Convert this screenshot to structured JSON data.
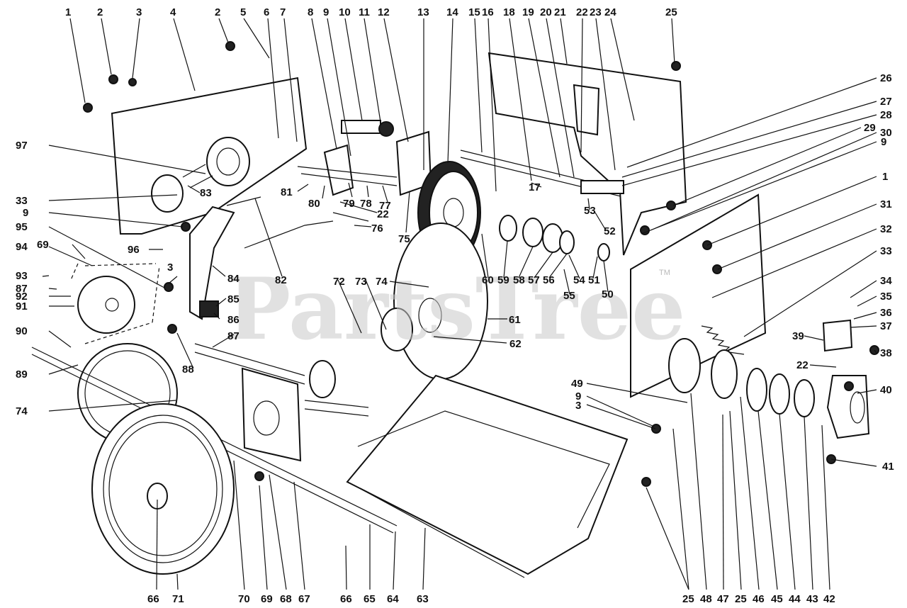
{
  "watermark": {
    "text": "PartsTree",
    "trademark": "TM"
  },
  "callouts": [
    {
      "id": "c1",
      "text": "1"
    },
    {
      "id": "c2",
      "text": "2"
    },
    {
      "id": "c3",
      "text": "3"
    },
    {
      "id": "c4",
      "text": "4"
    },
    {
      "id": "c5",
      "text": "2"
    },
    {
      "id": "c6",
      "text": "5"
    },
    {
      "id": "c7",
      "text": "6"
    },
    {
      "id": "c8",
      "text": "7"
    },
    {
      "id": "c9",
      "text": "8"
    },
    {
      "id": "c10",
      "text": "9"
    },
    {
      "id": "c11",
      "text": "10"
    },
    {
      "id": "c12",
      "text": "11"
    },
    {
      "id": "c13",
      "text": "12"
    },
    {
      "id": "c14",
      "text": "13"
    },
    {
      "id": "c15",
      "text": "14"
    },
    {
      "id": "c16",
      "text": "15"
    },
    {
      "id": "c17",
      "text": "16"
    },
    {
      "id": "c18",
      "text": "18"
    },
    {
      "id": "c19",
      "text": "19"
    },
    {
      "id": "c20",
      "text": "20"
    },
    {
      "id": "c21",
      "text": "21"
    },
    {
      "id": "c22",
      "text": "22"
    },
    {
      "id": "c23",
      "text": "23"
    },
    {
      "id": "c24",
      "text": "24"
    },
    {
      "id": "c25",
      "text": "25"
    },
    {
      "id": "c26",
      "text": "26"
    },
    {
      "id": "c27",
      "text": "27"
    },
    {
      "id": "c28",
      "text": "28"
    },
    {
      "id": "c29",
      "text": "29"
    },
    {
      "id": "c30",
      "text": "30"
    },
    {
      "id": "c31",
      "text": "9"
    },
    {
      "id": "c32",
      "text": "1"
    },
    {
      "id": "c33",
      "text": "31"
    },
    {
      "id": "c34",
      "text": "32"
    },
    {
      "id": "c35",
      "text": "33"
    },
    {
      "id": "c36",
      "text": "34"
    },
    {
      "id": "c37",
      "text": "35"
    },
    {
      "id": "c38",
      "text": "36"
    },
    {
      "id": "c39",
      "text": "37"
    },
    {
      "id": "c40",
      "text": "39"
    },
    {
      "id": "c41",
      "text": "38"
    },
    {
      "id": "c42",
      "text": "22"
    },
    {
      "id": "c43",
      "text": "40"
    },
    {
      "id": "c44",
      "text": "41"
    },
    {
      "id": "c45",
      "text": "97"
    },
    {
      "id": "c46",
      "text": "33"
    },
    {
      "id": "c47",
      "text": "9"
    },
    {
      "id": "c48",
      "text": "95"
    },
    {
      "id": "c49",
      "text": "94"
    },
    {
      "id": "c50",
      "text": "69"
    },
    {
      "id": "c51",
      "text": "93"
    },
    {
      "id": "c52",
      "text": "87"
    },
    {
      "id": "c53",
      "text": "92"
    },
    {
      "id": "c54",
      "text": "91"
    },
    {
      "id": "c55",
      "text": "90"
    },
    {
      "id": "c56",
      "text": "89"
    },
    {
      "id": "c57",
      "text": "74"
    },
    {
      "id": "c58",
      "text": "96"
    },
    {
      "id": "c59",
      "text": "3"
    },
    {
      "id": "c60",
      "text": "83"
    },
    {
      "id": "c61",
      "text": "81"
    },
    {
      "id": "c62",
      "text": "80"
    },
    {
      "id": "c63",
      "text": "79"
    },
    {
      "id": "c64",
      "text": "78"
    },
    {
      "id": "c65",
      "text": "77"
    },
    {
      "id": "c66",
      "text": "22"
    },
    {
      "id": "c67",
      "text": "76"
    },
    {
      "id": "c68",
      "text": "75"
    },
    {
      "id": "c69",
      "text": "82"
    },
    {
      "id": "c70",
      "text": "84"
    },
    {
      "id": "c71",
      "text": "85"
    },
    {
      "id": "c72",
      "text": "86"
    },
    {
      "id": "c73",
      "text": "88"
    },
    {
      "id": "c74",
      "text": "87"
    },
    {
      "id": "c75",
      "text": "72"
    },
    {
      "id": "c76",
      "text": "73"
    },
    {
      "id": "c77",
      "text": "74"
    },
    {
      "id": "c78",
      "text": "61"
    },
    {
      "id": "c79",
      "text": "62"
    },
    {
      "id": "c80",
      "text": "60"
    },
    {
      "id": "c81",
      "text": "59"
    },
    {
      "id": "c82",
      "text": "58"
    },
    {
      "id": "c83",
      "text": "57"
    },
    {
      "id": "c84",
      "text": "56"
    },
    {
      "id": "c85",
      "text": "55"
    },
    {
      "id": "c86",
      "text": "54"
    },
    {
      "id": "c87",
      "text": "51"
    },
    {
      "id": "c88",
      "text": "50"
    },
    {
      "id": "c89",
      "text": "17"
    },
    {
      "id": "c90",
      "text": "53"
    },
    {
      "id": "c91",
      "text": "52"
    },
    {
      "id": "c92",
      "text": "49"
    },
    {
      "id": "c93",
      "text": "9"
    },
    {
      "id": "c94",
      "text": "3"
    },
    {
      "id": "c95",
      "text": "66"
    },
    {
      "id": "c96",
      "text": "71"
    },
    {
      "id": "c97",
      "text": "70"
    },
    {
      "id": "c98",
      "text": "69"
    },
    {
      "id": "c99",
      "text": "68"
    },
    {
      "id": "c100",
      "text": "67"
    },
    {
      "id": "c101",
      "text": "66"
    },
    {
      "id": "c102",
      "text": "65"
    },
    {
      "id": "c103",
      "text": "64"
    },
    {
      "id": "c104",
      "text": "63"
    },
    {
      "id": "c105",
      "text": "25"
    },
    {
      "id": "c106",
      "text": "48"
    },
    {
      "id": "c107",
      "text": "47"
    },
    {
      "id": "c108",
      "text": "25"
    },
    {
      "id": "c109",
      "text": "46"
    },
    {
      "id": "c110",
      "text": "45"
    },
    {
      "id": "c111",
      "text": "44"
    },
    {
      "id": "c112",
      "text": "43"
    },
    {
      "id": "c113",
      "text": "42"
    }
  ]
}
